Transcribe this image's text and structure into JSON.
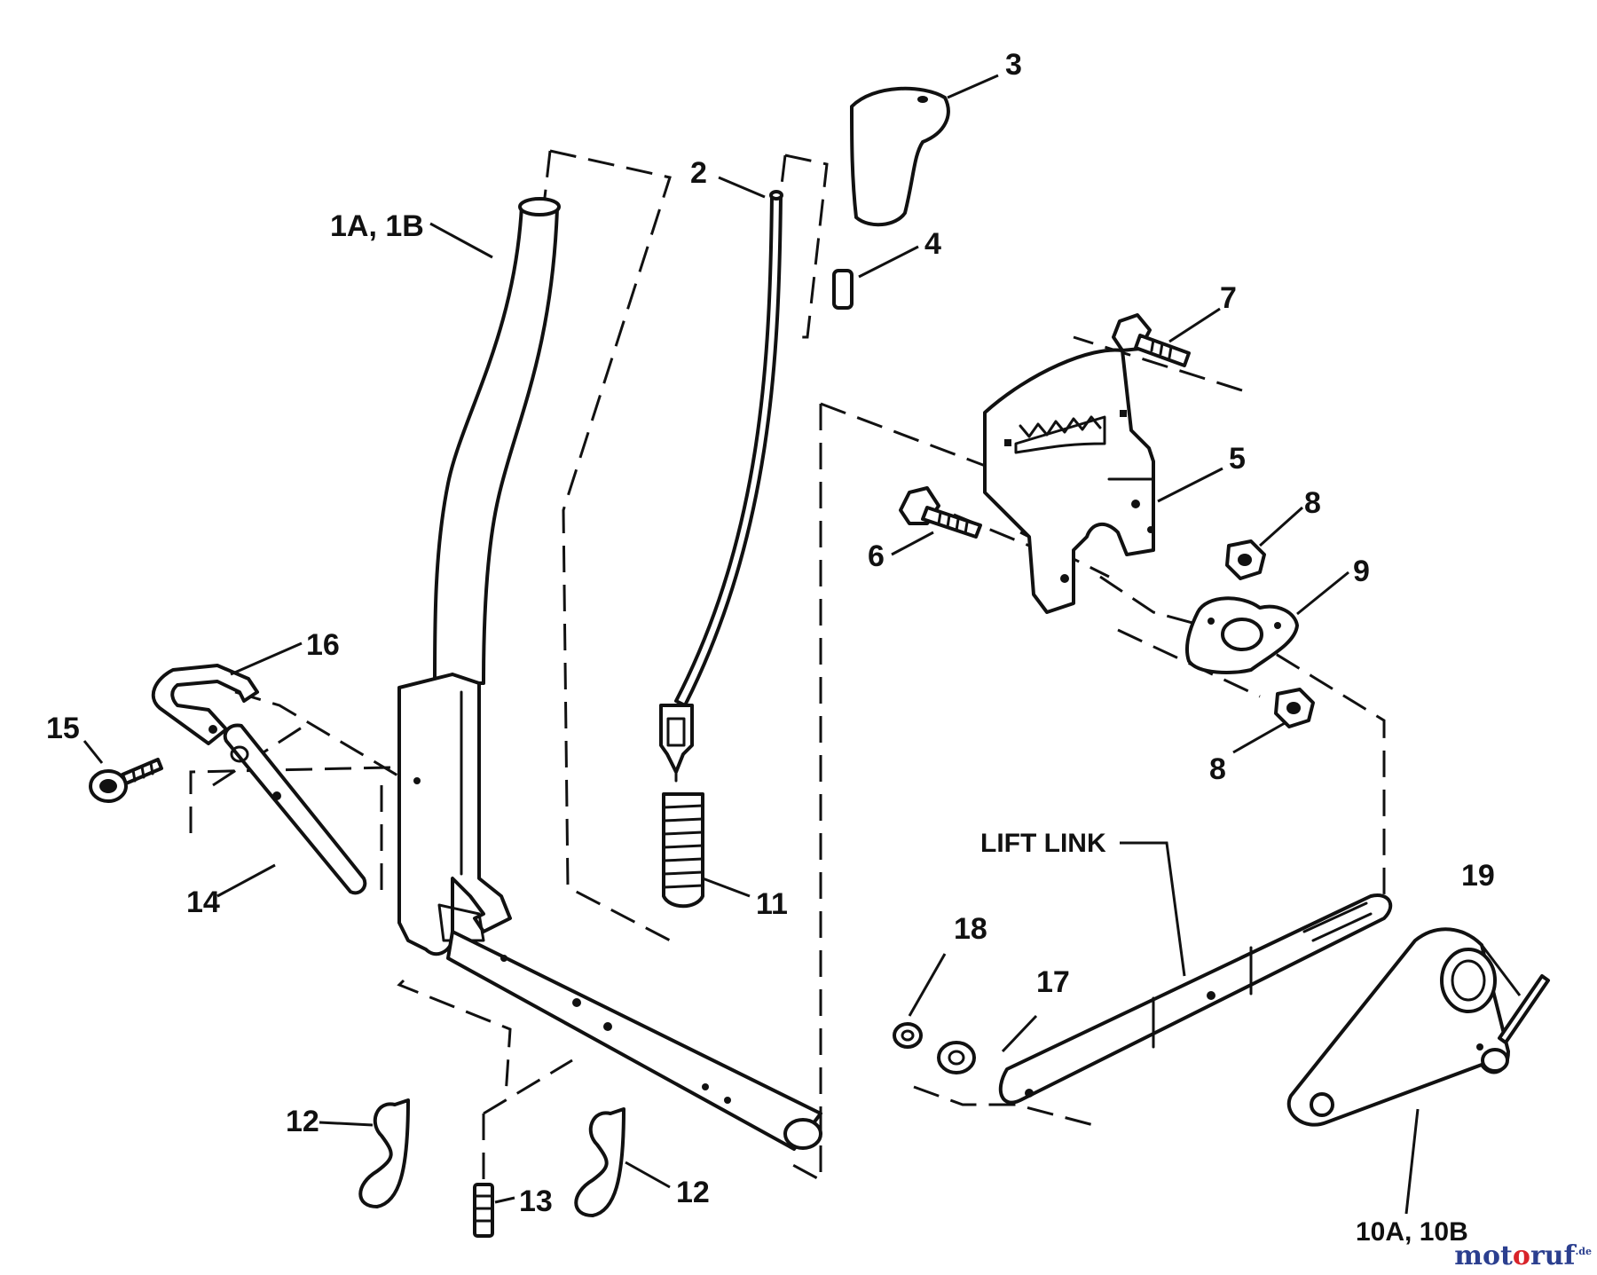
{
  "diagram": {
    "labels": {
      "l1": "1A, 1B",
      "l2": "2",
      "l3": "3",
      "l4": "4",
      "l5": "5",
      "l6": "6",
      "l7": "7",
      "l8a": "8",
      "l8b": "8",
      "l9": "9",
      "l10": "10A, 10B",
      "l11": "11",
      "l12a": "12",
      "l12b": "12",
      "l13": "13",
      "l14": "14",
      "l15": "15",
      "l16": "16",
      "l17": "17",
      "l18": "18",
      "l19": "19",
      "lift": "LIFT LINK"
    }
  },
  "watermark": {
    "brand_part1": "mot",
    "brand_o": "o",
    "brand_part2": "ruf",
    "suffix": ".de"
  }
}
